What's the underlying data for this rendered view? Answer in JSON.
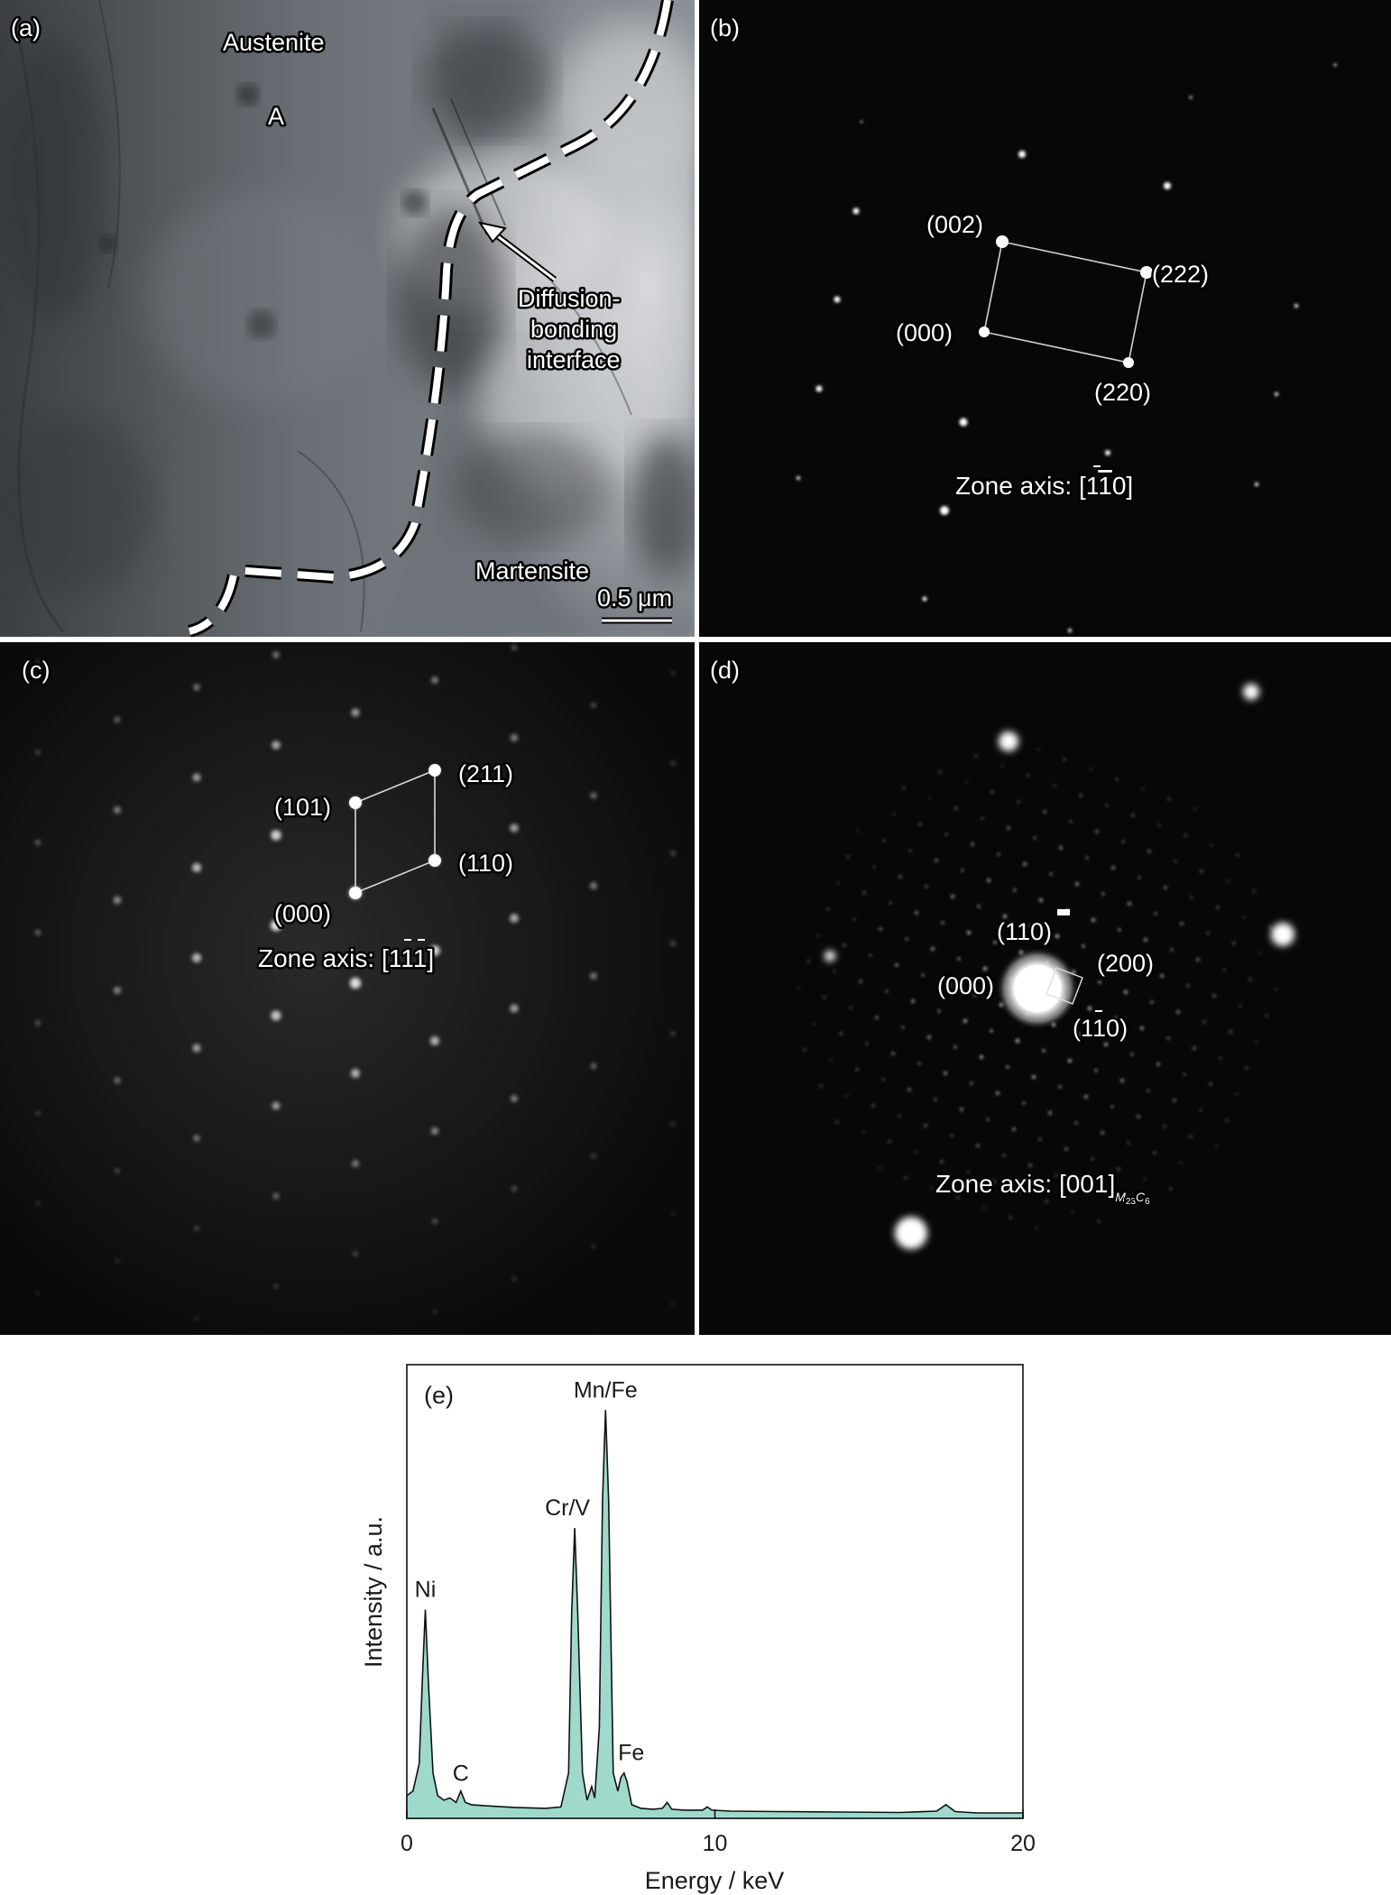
{
  "panels": {
    "a": {
      "label": "(a)",
      "austenite": "Austenite",
      "point_a": "A",
      "interface_line1": "Diffusion-",
      "interface_line2": "bonding",
      "interface_line3": "interface",
      "martensite": "Martensite",
      "scale_bar": "0.5 μm"
    },
    "b": {
      "label": "(b)",
      "spot_002": "(002)",
      "spot_222": "(222)",
      "spot_000": "(000)",
      "spot_220": "(220)",
      "zone_prefix": "Zone axis: [1",
      "zone_bar": "1",
      "zone_suffix": "0]"
    },
    "c": {
      "label": "(c)",
      "spot_211": "(211)",
      "spot_101": "(101)",
      "spot_110": "(110)",
      "spot_000": "(000)",
      "zone_prefix": "Zone axis: [1",
      "zone_bar1": "1",
      "zone_bar2": "1",
      "zone_suffix": "]"
    },
    "d": {
      "label": "(d)",
      "spot_110": "(110)",
      "spot_200": "(200)",
      "spot_000": "(000)",
      "spot_1m10_open": "(1",
      "spot_1m10_bar": "1",
      "spot_1m10_close": "0)",
      "zone": "Zone axis: [001]",
      "zone_sub_m": "M",
      "zone_sub_23": "23",
      "zone_sub_c": "C",
      "zone_sub_6": "6"
    }
  },
  "chart_data": {
    "type": "line",
    "panel_label": "(e)",
    "xlabel": "Energy / keV",
    "ylabel": "Intensity / a.u.",
    "xlim": [
      0,
      20
    ],
    "xticks": [
      "0",
      "10",
      "20"
    ],
    "fill_color": "#9ed9cc",
    "line_color": "#111111",
    "peaks": [
      {
        "label": "Ni",
        "energy": 0.6,
        "intensity": 0.46
      },
      {
        "label": "C",
        "energy": 1.75,
        "intensity": 0.055
      },
      {
        "label": "Cr/V",
        "energy": 5.45,
        "intensity": 0.64
      },
      {
        "label": "Mn/Fe",
        "energy": 6.45,
        "intensity": 0.9
      },
      {
        "label": "Fe",
        "energy": 7.05,
        "intensity": 0.1
      }
    ],
    "series": [
      {
        "x": [
          0,
          0.2,
          0.4,
          0.5,
          0.6,
          0.7,
          0.85,
          1.0,
          1.2,
          1.4,
          1.6,
          1.75,
          1.9,
          2.1,
          2.5,
          3.0,
          3.5,
          4.0,
          4.5,
          5.0,
          5.25,
          5.35,
          5.45,
          5.55,
          5.7,
          5.85,
          6.0,
          6.1,
          6.25,
          6.35,
          6.45,
          6.55,
          6.7,
          6.85,
          6.95,
          7.05,
          7.15,
          7.3,
          7.6,
          8.0,
          8.3,
          8.45,
          8.6,
          9.0,
          9.6,
          9.75,
          9.9,
          10.5,
          12.0,
          14.0,
          16.0,
          17.2,
          17.5,
          17.8,
          18.5,
          20.0
        ],
        "y": [
          0.05,
          0.06,
          0.12,
          0.3,
          0.46,
          0.3,
          0.1,
          0.05,
          0.04,
          0.045,
          0.035,
          0.06,
          0.035,
          0.03,
          0.028,
          0.026,
          0.024,
          0.023,
          0.022,
          0.025,
          0.1,
          0.45,
          0.64,
          0.45,
          0.1,
          0.04,
          0.07,
          0.045,
          0.2,
          0.7,
          0.9,
          0.7,
          0.1,
          0.06,
          0.09,
          0.1,
          0.08,
          0.03,
          0.022,
          0.02,
          0.022,
          0.035,
          0.02,
          0.018,
          0.018,
          0.025,
          0.018,
          0.016,
          0.015,
          0.014,
          0.013,
          0.016,
          0.03,
          0.015,
          0.012,
          0.012
        ]
      }
    ]
  }
}
